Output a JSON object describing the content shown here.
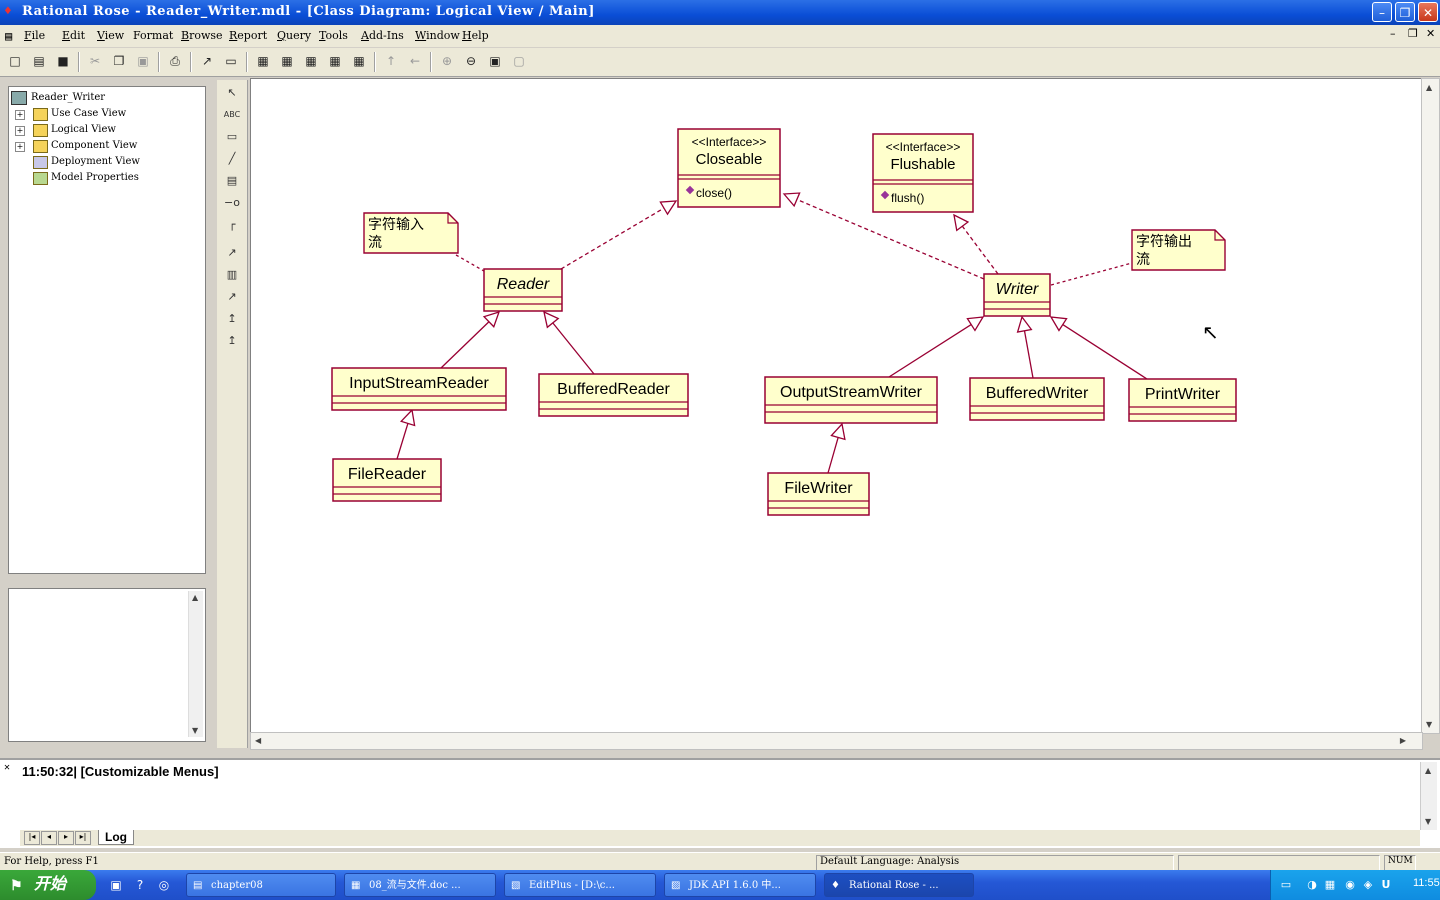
{
  "window": {
    "title": "Rational Rose - Reader_Writer.mdl - [Class Diagram: Logical View / Main]",
    "minimize_glyph": "–",
    "restore_glyph": "❐",
    "close_glyph": "✕",
    "child_minimize": "–",
    "child_restore": "❐",
    "child_close": "✕"
  },
  "menu": [
    {
      "accel": "F",
      "rest": "ile"
    },
    {
      "accel": "E",
      "rest": "dit"
    },
    {
      "accel": "V",
      "rest": "iew"
    },
    {
      "accel": "",
      "rest": "Format"
    },
    {
      "accel": "B",
      "rest": "rowse"
    },
    {
      "accel": "R",
      "rest": "eport"
    },
    {
      "accel": "Q",
      "rest": "uery"
    },
    {
      "accel": "T",
      "rest": "ools"
    },
    {
      "accel": "A",
      "rest": "dd-Ins"
    },
    {
      "accel": "W",
      "rest": "indow"
    },
    {
      "accel": "H",
      "rest": "elp"
    }
  ],
  "toolbar": [
    {
      "name": "new-file-icon",
      "glyph": "□"
    },
    {
      "name": "open-folder-icon",
      "glyph": "▤"
    },
    {
      "name": "save-icon",
      "glyph": "■"
    },
    {
      "name": "cut-icon",
      "glyph": "✂",
      "disabled": true
    },
    {
      "name": "copy-icon",
      "glyph": "❐"
    },
    {
      "name": "paste-icon",
      "glyph": "▣",
      "disabled": true
    },
    {
      "name": "print-icon",
      "glyph": "⎙"
    },
    {
      "name": "context-help-icon",
      "glyph": "↗"
    },
    {
      "name": "view-documentation-icon",
      "glyph": "▭"
    },
    {
      "name": "browse-class-diagram-icon",
      "glyph": "▦"
    },
    {
      "name": "browse-interaction-diagram-icon",
      "glyph": "▦"
    },
    {
      "name": "browse-component-diagram-icon",
      "glyph": "▦"
    },
    {
      "name": "browse-deployment-diagram-icon",
      "glyph": "▦"
    },
    {
      "name": "browse-state-diagram-icon",
      "glyph": "▦"
    },
    {
      "name": "browse-parent-icon",
      "glyph": "↑",
      "disabled": true
    },
    {
      "name": "browse-previous-icon",
      "glyph": "←",
      "disabled": true
    },
    {
      "name": "zoom-in-icon",
      "glyph": "⊕",
      "disabled": true
    },
    {
      "name": "zoom-out-icon",
      "glyph": "⊖"
    },
    {
      "name": "fit-in-window-icon",
      "glyph": "▣"
    },
    {
      "name": "undo-fit-icon",
      "glyph": "▢",
      "disabled": true
    }
  ],
  "browser": {
    "root": "Reader_Writer",
    "items": [
      {
        "label": "Use Case View",
        "expandable": true
      },
      {
        "label": "Logical View",
        "expandable": true
      },
      {
        "label": "Component View",
        "expandable": true
      },
      {
        "label": "Deployment View",
        "expandable": false
      },
      {
        "label": "Model Properties",
        "expandable": false
      }
    ]
  },
  "tools": [
    {
      "name": "selection-tool-icon",
      "glyph": "↖"
    },
    {
      "name": "text-box-tool-icon",
      "glyph": "ABC"
    },
    {
      "name": "note-tool-icon",
      "glyph": "▭"
    },
    {
      "name": "anchor-note-tool-icon",
      "glyph": "╱"
    },
    {
      "name": "class-tool-icon",
      "glyph": "▤"
    },
    {
      "name": "interface-tool-icon",
      "glyph": "−o"
    },
    {
      "name": "association-tool-icon",
      "glyph": "┌"
    },
    {
      "name": "unidirectional-association-tool-icon",
      "glyph": "↗"
    },
    {
      "name": "package-tool-icon",
      "glyph": "▥"
    },
    {
      "name": "dependency-tool-icon",
      "glyph": "↗"
    },
    {
      "name": "generalization-tool-icon",
      "glyph": "↥"
    },
    {
      "name": "realize-tool-icon",
      "glyph": "↥"
    }
  ],
  "diagram": {
    "classes": [
      {
        "id": "closeable",
        "stereotype": "<<Interface>>",
        "name": "Closeable",
        "italic": false,
        "operation": "close()"
      },
      {
        "id": "flushable",
        "stereotype": "<<Interface>>",
        "name": "Flushable",
        "italic": false,
        "operation": "flush()"
      },
      {
        "id": "reader",
        "name": "Reader",
        "italic": true
      },
      {
        "id": "writer",
        "name": "Writer",
        "italic": true
      },
      {
        "id": "inputstreamreader",
        "name": "InputStreamReader",
        "italic": false
      },
      {
        "id": "bufferedreader",
        "name": "BufferedReader",
        "italic": false
      },
      {
        "id": "filereader",
        "name": "FileReader",
        "italic": false
      },
      {
        "id": "outputstreamwriter",
        "name": "OutputStreamWriter",
        "italic": false
      },
      {
        "id": "bufferedwriter",
        "name": "BufferedWriter",
        "italic": false
      },
      {
        "id": "printwriter",
        "name": "PrintWriter",
        "italic": false
      },
      {
        "id": "filewriter",
        "name": "FileWriter",
        "italic": false
      }
    ],
    "notes": [
      {
        "id": "note-input",
        "line1": "字符输入",
        "line2": "流"
      },
      {
        "id": "note-output",
        "line1": "字符输出",
        "line2": "流"
      }
    ],
    "colors": {
      "class_fill": "#ffffcc",
      "class_border": "#990033",
      "link": "#990033",
      "operation_marker": "#993399"
    }
  },
  "log": {
    "line": "11:50:32|  [Customizable Menus]",
    "tab_label": "Log",
    "nav_glyphs": [
      "|◂",
      "◂",
      "▸",
      "▸|"
    ]
  },
  "status": {
    "help": "For Help, press F1",
    "language": "Default Language: Analysis",
    "num": "NUM"
  },
  "taskbar": {
    "start": "开始",
    "tasks": [
      {
        "icon": "▤",
        "label": "chapter08"
      },
      {
        "icon": "▦",
        "label": "08_流与文件.doc ..."
      },
      {
        "icon": "▧",
        "label": "EditPlus - [D:\\c..."
      },
      {
        "icon": "▨",
        "label": "JDK API 1.6.0 中..."
      },
      {
        "icon": "♦",
        "label": "Rational Rose - ..."
      }
    ],
    "clock": "11:55"
  }
}
